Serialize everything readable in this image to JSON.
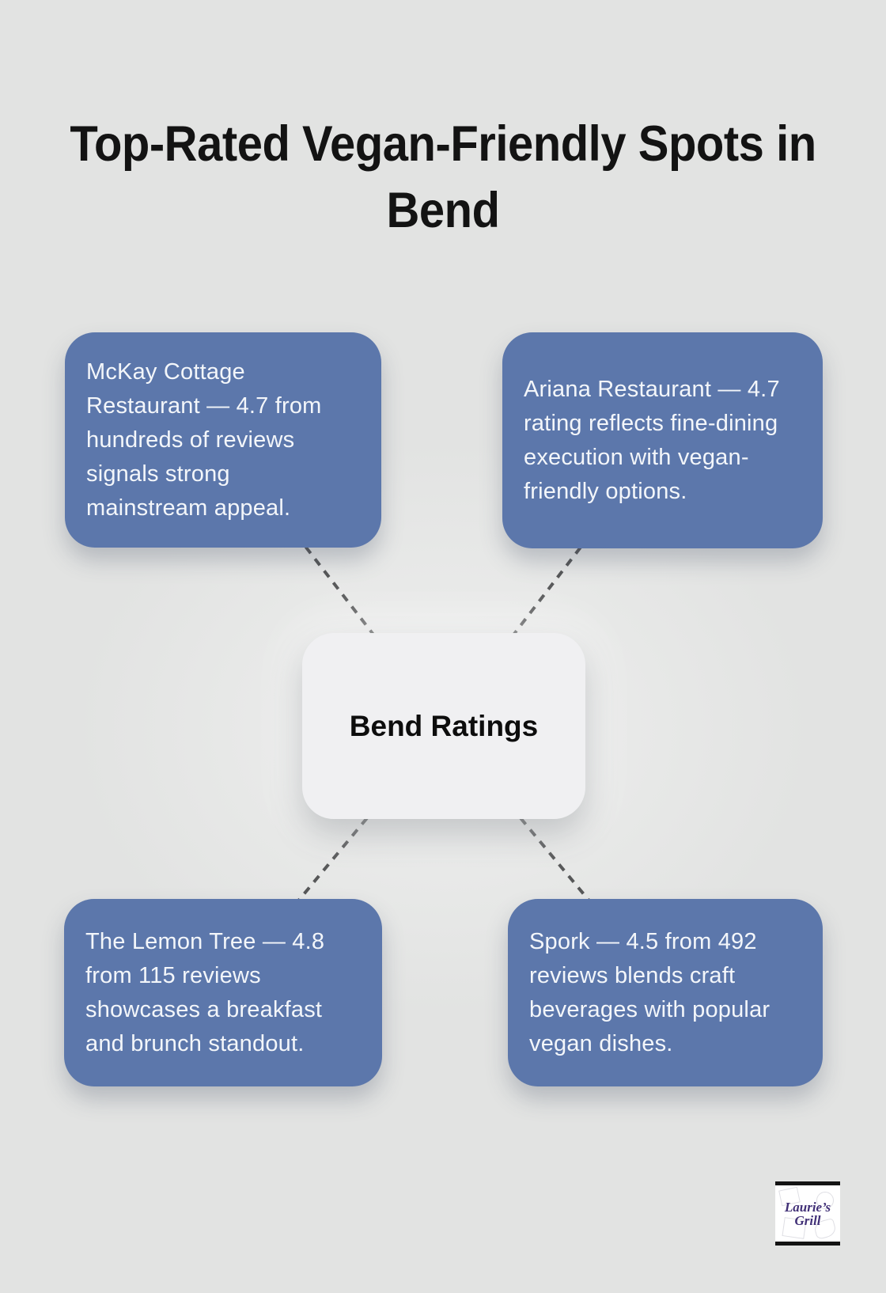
{
  "page": {
    "title": "Top-Rated Vegan-Friendly Spots in Bend",
    "background_color": "#e2e3e2"
  },
  "center_node": {
    "label": "Bend Ratings",
    "background_color": "#f0f0f2",
    "text_color": "#0d0d0d"
  },
  "nodes": [
    {
      "id": "top-left",
      "text": "McKay Cottage Restaurant — 4.7 from hundreds of reviews signals strong mainstream appeal."
    },
    {
      "id": "top-right",
      "text": "Ariana Restaurant — 4.7 rating reflects fine-dining execution with vegan-friendly options."
    },
    {
      "id": "bottom-left",
      "text": "The Lemon Tree — 4.8 from 115 reviews showcases a breakfast and brunch standout."
    },
    {
      "id": "bottom-right",
      "text": "Spork — 4.5 from 492 reviews blends craft beverages with popular vegan dishes."
    }
  ],
  "node_style": {
    "background_color": "#5c77ab",
    "text_color": "#f3f6fa"
  },
  "connectors": {
    "color": "#565758",
    "style": "dashed"
  },
  "logo": {
    "line1": "Laurie’s",
    "line2": "Grill",
    "text_color": "#413077"
  }
}
